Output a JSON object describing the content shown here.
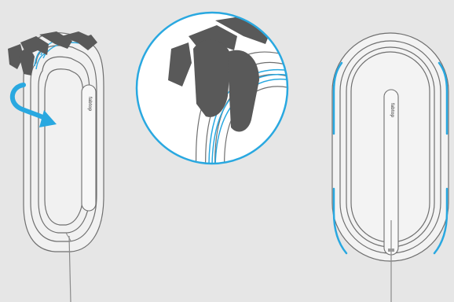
{
  "figure": {
    "brand_mark": "fabtop",
    "palette": {
      "background": "#e6e6e6",
      "outline": "#6f6f6f",
      "hand": "#595959",
      "accent_blue": "#29a8e0",
      "zoom_circle_fill": "#ffffff"
    },
    "panels": [
      {
        "name": "wrap-cable-step",
        "icons": [
          "hand-icon",
          "curved-arrow-icon",
          "cable-icon"
        ]
      },
      {
        "name": "zoom-detail",
        "icons": [
          "hand-icon",
          "cable-icon"
        ]
      },
      {
        "name": "finished-device",
        "icons": [
          "cable-icon"
        ]
      }
    ]
  }
}
